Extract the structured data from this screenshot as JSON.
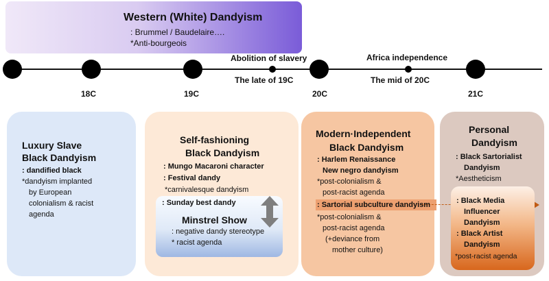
{
  "western": {
    "title": "Western (White) Dandyism",
    "line1": ": Brummel / Baudelaire….",
    "line2": "*Anti-bourgeois",
    "gradient_colors": [
      "#f0e8f8",
      "#7a5cd8"
    ]
  },
  "timeline": {
    "centuries": [
      "18C",
      "19C",
      "20C",
      "21C"
    ],
    "events": {
      "abolition": "Abolition of slavery",
      "late19": "The late of 19C",
      "africa": "Africa independence",
      "mid20": "The mid of 20C"
    }
  },
  "luxury": {
    "title1": "Luxury Slave",
    "title2": "Black Dandyism",
    "line1": ": dandified black",
    "line2": "*dandyism implanted",
    "line3": "by European",
    "line4": "colonialism & racist",
    "line5": "agenda",
    "color": "#dde8f8"
  },
  "self": {
    "title1": "Self-fashioning",
    "title2": "Black Dandyism",
    "line1": ": Mungo Macaroni character",
    "line2": ": Festival  dandy",
    "line3": "*carnivalesque dandyism",
    "line4": ": Sunday best dandy",
    "minstrel_title": "Minstrel Show",
    "minstrel1": ": negative dandy stereotype",
    "minstrel2": "* racist agenda",
    "color": "#fde9d7"
  },
  "modern": {
    "title1": "Modern·Independent",
    "title2": "Black Dandyism",
    "line1": ": Harlem Renaissance",
    "line2": "New negro dandyism",
    "line3": "*post-colonialism &",
    "line4": "post-racist agenda",
    "line5": ": Sartorial subculture dandyism",
    "line6": "*post-colonialism &",
    "line7": "post-racist agenda",
    "line8": "(+deviance from",
    "line9": "mother culture)",
    "color": "#f6c6a2"
  },
  "personal": {
    "title1": "Personal",
    "title2": "Dandyism",
    "line1": ": Black Sartorialist",
    "line2": "Dandyism",
    "line3": "*Aestheticism",
    "inner1": ": Black Media",
    "inner2": "Influencer",
    "inner3": "Dandyism",
    "inner4": ": Black Artist",
    "inner5": "Dandyism",
    "inner6": "*post-racist agenda",
    "color": "#dcc9c0"
  }
}
